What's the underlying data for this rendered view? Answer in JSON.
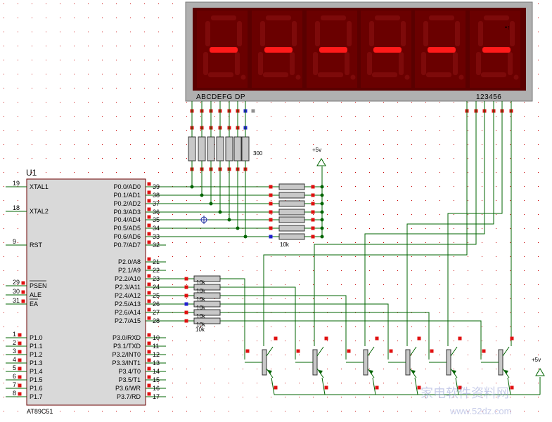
{
  "colors": {
    "wire": "#006400",
    "chip_fill": "#d9d9d9",
    "chip_border": "#6b0000",
    "display_frame": "#b0b0b0",
    "digit_bg": "#6a0000",
    "segment_off": "#7d0a0a",
    "segment_on": "#ff1a1a",
    "pin_red": "#e01010",
    "pin_blue": "#2020d0",
    "grid_dot": "#c80000",
    "component_fill": "#c8c8c8"
  },
  "display": {
    "segment_labels": "ABCDEFG  DP",
    "digit_labels": "123456",
    "digit_count": 6,
    "lit_segment": "g"
  },
  "mcu": {
    "ref": "U1",
    "part": "AT89C51",
    "left_pins": [
      {
        "num": "19",
        "name": "XTAL1"
      },
      {
        "num": "18",
        "name": "XTAL2"
      },
      {
        "num": "9",
        "name": "RST"
      },
      {
        "num": "29",
        "name": "PSEN"
      },
      {
        "num": "30",
        "name": "ALE"
      },
      {
        "num": "31",
        "name": "EA"
      },
      {
        "num": "1",
        "name": "P1.0"
      },
      {
        "num": "2",
        "name": "P1.1"
      },
      {
        "num": "3",
        "name": "P1.2"
      },
      {
        "num": "4",
        "name": "P1.3"
      },
      {
        "num": "5",
        "name": "P1.4"
      },
      {
        "num": "6",
        "name": "P1.5"
      },
      {
        "num": "7",
        "name": "P1.6"
      },
      {
        "num": "8",
        "name": "P1.7"
      }
    ],
    "right_pins": [
      {
        "num": "39",
        "name": "P0.0/AD0"
      },
      {
        "num": "38",
        "name": "P0.1/AD1"
      },
      {
        "num": "37",
        "name": "P0.2/AD2"
      },
      {
        "num": "36",
        "name": "P0.3/AD3"
      },
      {
        "num": "35",
        "name": "P0.4/AD4"
      },
      {
        "num": "34",
        "name": "P0.5/AD5"
      },
      {
        "num": "33",
        "name": "P0.6/AD6"
      },
      {
        "num": "32",
        "name": "P0.7/AD7"
      },
      {
        "num": "21",
        "name": "P2.0/A8"
      },
      {
        "num": "22",
        "name": "P2.1/A9"
      },
      {
        "num": "23",
        "name": "P2.2/A10"
      },
      {
        "num": "24",
        "name": "P2.3/A11"
      },
      {
        "num": "25",
        "name": "P2.4/A12"
      },
      {
        "num": "26",
        "name": "P2.5/A13"
      },
      {
        "num": "27",
        "name": "P2.6/A14"
      },
      {
        "num": "28",
        "name": "P2.7/A15"
      },
      {
        "num": "10",
        "name": "P3.0/RXD"
      },
      {
        "num": "11",
        "name": "P3.1/TXD"
      },
      {
        "num": "12",
        "name": "P3.2/INT0"
      },
      {
        "num": "13",
        "name": "P3.3/INT1"
      },
      {
        "num": "14",
        "name": "P3.4/T0"
      },
      {
        "num": "15",
        "name": "P3.5/T1"
      },
      {
        "num": "16",
        "name": "P3.6/WR"
      },
      {
        "num": "17",
        "name": "P3.7/RD"
      }
    ]
  },
  "components": {
    "segment_resistor_label": "300",
    "pullup_label": "10k",
    "base_resistor_label": "10k",
    "power_label_1": "+5v",
    "power_label_2": "+5v"
  },
  "watermark": {
    "text": "家电软件资料网",
    "url": "www.52dz.com"
  }
}
